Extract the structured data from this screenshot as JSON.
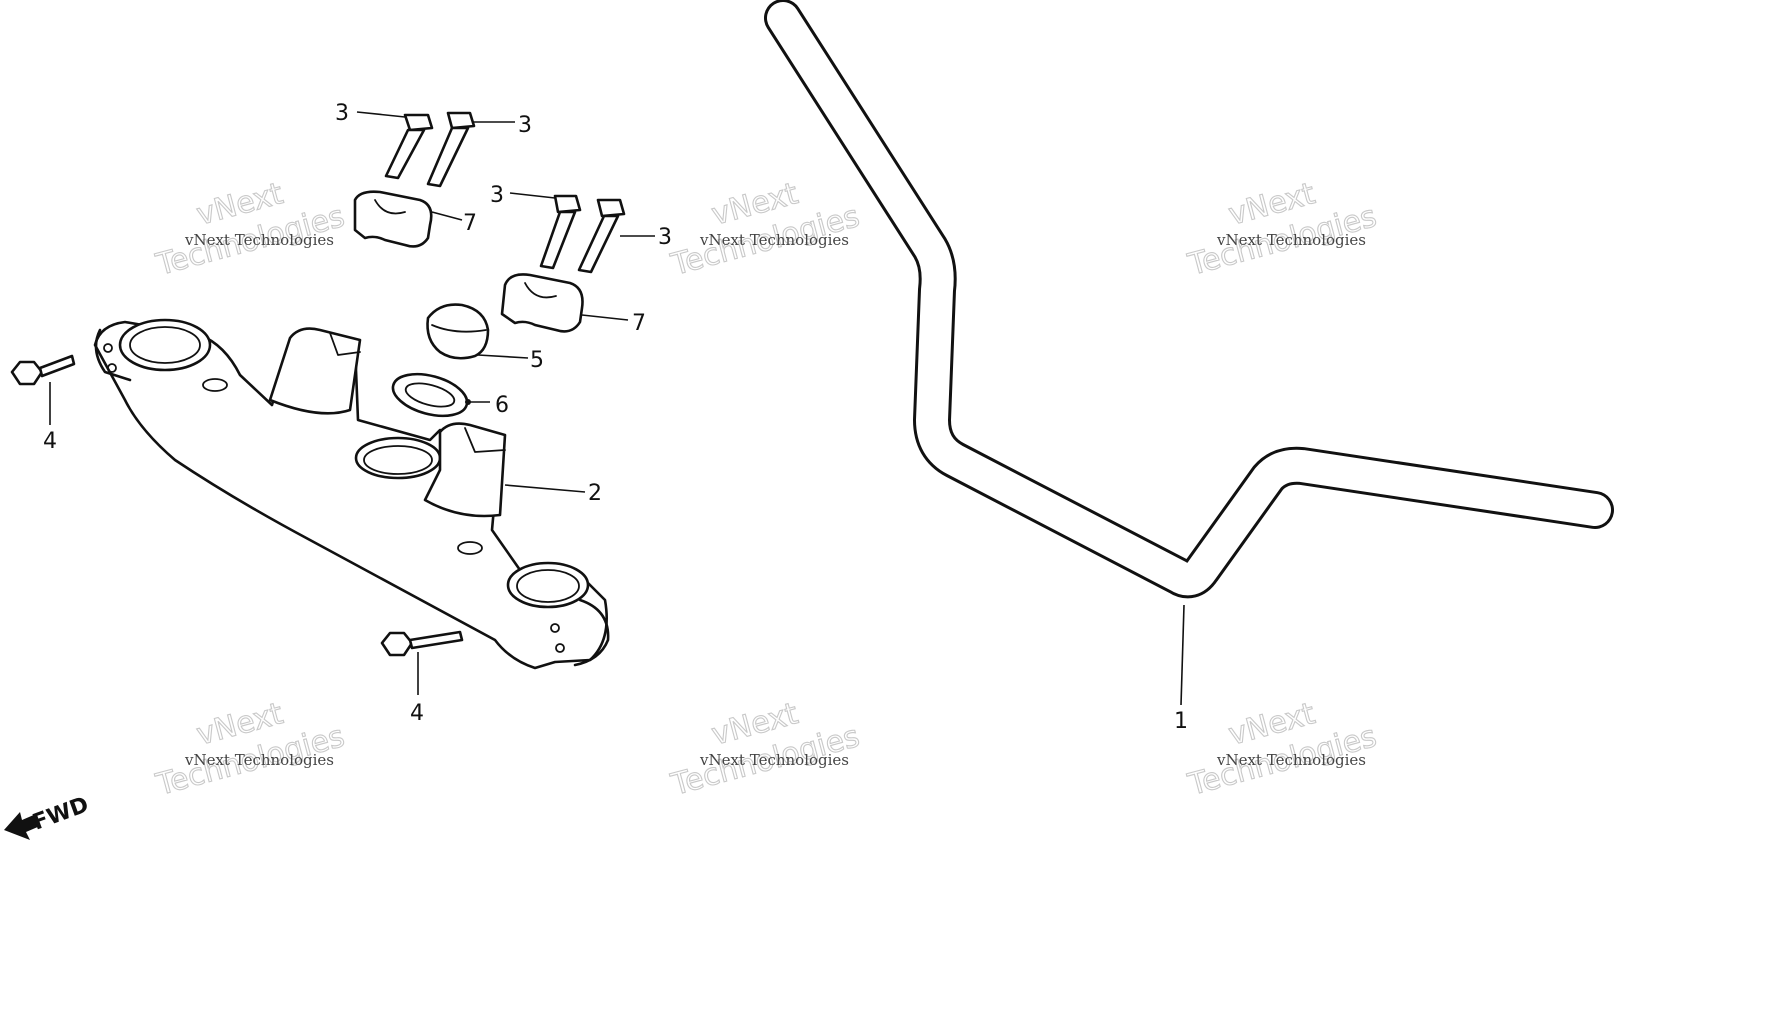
{
  "callouts": {
    "handlebar": "1",
    "upper_bracket": "2",
    "bolt_a": "3",
    "bolt_b": "3",
    "bolt_c": "3",
    "bolt_d": "3",
    "pinch_bolt_left": "4",
    "pinch_bolt_right": "4",
    "cap": "5",
    "washer": "6",
    "holder_upper": "7",
    "holder_lower": "7"
  },
  "fwd_label": "FWD",
  "watermark": {
    "line1": "vNext Technologies",
    "line2_top": "vNext",
    "line2_bottom": "Technologies"
  },
  "colors": {
    "line": "#111111",
    "watermark": "#c9c9c9",
    "background": "#ffffff"
  }
}
